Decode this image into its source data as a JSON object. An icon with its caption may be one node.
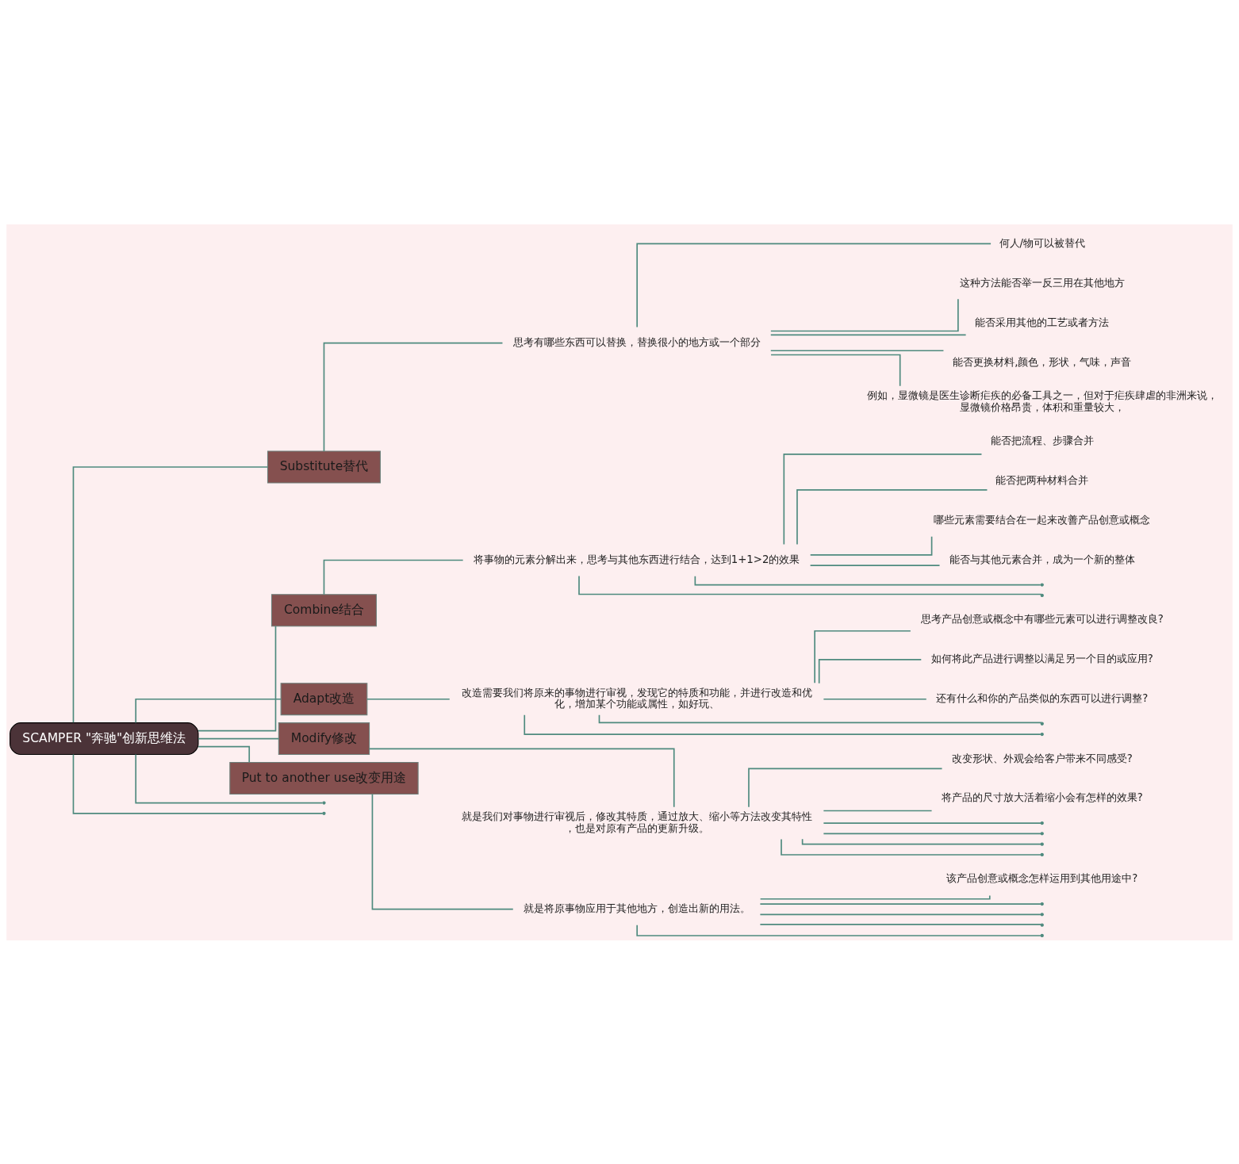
{
  "diagram": {
    "nodes": [
      {
        "text": [
          "SCAMPER \"奔驰\"创新思维法"
        ]
      },
      {
        "text": [
          "Substitute替代"
        ]
      },
      {
        "text": [
          "思考有哪些东西可以替换，替换很小的地方或一个部分"
        ]
      },
      {
        "text": [
          "何人/物可以被替代"
        ]
      },
      {
        "text": [
          "这种方法能否举一反三用在其他地方"
        ]
      },
      {
        "text": [
          "能否采用其他的工艺或者方法"
        ]
      },
      {
        "text": [
          "能否更换材料,颜色，形状，气味，声音"
        ]
      },
      {
        "text": [
          "例如，显微镜是医生诊断疟疾的必备工具之一，但对于疟疾肆虐的非洲来说，显微镜价格昂贵，体积和重量较大，"
        ]
      },
      {
        "text": [
          "Combine结合"
        ]
      },
      {
        "text": [
          "将事物的元素分解出来，思考与其他东西进行结合，达到1+1>2的效果"
        ]
      },
      {
        "text": [
          "能否把流程、步骤合并"
        ]
      },
      {
        "text": [
          "能否把两种材料合并"
        ]
      },
      {
        "text": [
          "哪些元素需要结合在一起来改善产品创意或概念"
        ]
      },
      {
        "text": [
          "能否与其他元素合并，成为一个新的整体"
        ]
      },
      {
        "text": [],
        "shape": "point"
      },
      {
        "text": [],
        "shape": "point"
      },
      {
        "text": [
          "Adapt改造"
        ]
      },
      {
        "text": [
          "改造需要我们将原来的事物进行审视，发现它的特质和功能，并进行改造和优化，增加某个功能或属性，如好玩、"
        ]
      },
      {
        "text": [
          "思考产品创意或概念中有哪些元素可以进行调整改良?"
        ]
      },
      {
        "text": [
          "如何将此产品进行调整以满足另一个目的或应用?"
        ]
      },
      {
        "text": [
          "还有什么和你的产品类似的东西可以进行调整?"
        ]
      },
      {
        "text": [],
        "shape": "point"
      },
      {
        "text": [],
        "shape": "point"
      },
      {
        "text": [
          "Modify修改"
        ]
      },
      {
        "text": [
          "就是我们对事物进行审视后，修改其特质，通过放大、缩小等方法改变其特性，也是对原有产品的更新升级。"
        ]
      },
      {
        "text": [
          "改变形状、外观会给客户带来不同感受?"
        ]
      },
      {
        "text": [
          "将产品的尺寸放大活着缩小会有怎样的效果?"
        ]
      },
      {
        "text": [],
        "shape": "point"
      },
      {
        "text": [],
        "shape": "point"
      },
      {
        "text": [],
        "shape": "point"
      },
      {
        "text": [],
        "shape": "point"
      },
      {
        "text": [
          "Put to another use改变用途"
        ]
      },
      {
        "text": [
          "就是将原事物应用于其他地方，创造出新的用法。"
        ]
      },
      {
        "text": [
          "该产品创意或概念怎样运用到其他用途中?"
        ]
      },
      {
        "text": [],
        "shape": "point"
      },
      {
        "text": [],
        "shape": "point"
      },
      {
        "text": [],
        "shape": "point"
      },
      {
        "text": [],
        "shape": "point"
      },
      {
        "text": [],
        "shape": "point"
      },
      {
        "text": [],
        "shape": "point"
      }
    ],
    "edges": [
      {
        "from": 0,
        "to": 1,
        "arrow": "none"
      },
      {
        "from": 1,
        "to": 2,
        "arrow": "none"
      },
      {
        "from": 2,
        "to": 3,
        "arrow": "none"
      },
      {
        "from": 2,
        "to": 4,
        "arrow": "none"
      },
      {
        "from": 2,
        "to": 5,
        "arrow": "none"
      },
      {
        "from": 2,
        "to": 6,
        "arrow": "none"
      },
      {
        "from": 2,
        "to": 7,
        "arrow": "none"
      },
      {
        "from": 0,
        "to": 8,
        "arrow": "none"
      },
      {
        "from": 8,
        "to": 9,
        "arrow": "none"
      },
      {
        "from": 9,
        "to": 10,
        "arrow": "none"
      },
      {
        "from": 9,
        "to": 11,
        "arrow": "none"
      },
      {
        "from": 9,
        "to": 12,
        "arrow": "none"
      },
      {
        "from": 9,
        "to": 13,
        "arrow": "none"
      },
      {
        "from": 9,
        "to": 14,
        "arrow": "none"
      },
      {
        "from": 9,
        "to": 15,
        "arrow": "none"
      },
      {
        "from": 0,
        "to": 16,
        "arrow": "none"
      },
      {
        "from": 16,
        "to": 17,
        "arrow": "none"
      },
      {
        "from": 17,
        "to": 18,
        "arrow": "none"
      },
      {
        "from": 17,
        "to": 19,
        "arrow": "none"
      },
      {
        "from": 17,
        "to": 20,
        "arrow": "none"
      },
      {
        "from": 17,
        "to": 21,
        "arrow": "none"
      },
      {
        "from": 17,
        "to": 22,
        "arrow": "none"
      },
      {
        "from": 0,
        "to": 23,
        "arrow": "none"
      },
      {
        "from": 23,
        "to": 24,
        "arrow": "none"
      },
      {
        "from": 24,
        "to": 25,
        "arrow": "none"
      },
      {
        "from": 24,
        "to": 26,
        "arrow": "none"
      },
      {
        "from": 24,
        "to": 27,
        "arrow": "none"
      },
      {
        "from": 24,
        "to": 28,
        "arrow": "none"
      },
      {
        "from": 24,
        "to": 29,
        "arrow": "none"
      },
      {
        "from": 24,
        "to": 30,
        "arrow": "none"
      },
      {
        "from": 0,
        "to": 31,
        "arrow": "none"
      },
      {
        "from": 31,
        "to": 32,
        "arrow": "none"
      },
      {
        "from": 32,
        "to": 33,
        "arrow": "none"
      },
      {
        "from": 32,
        "to": 34,
        "arrow": "none"
      },
      {
        "from": 32,
        "to": 35,
        "arrow": "none"
      },
      {
        "from": 32,
        "to": 36,
        "arrow": "none"
      },
      {
        "from": 32,
        "to": 37,
        "arrow": "none"
      },
      {
        "from": 0,
        "to": 38,
        "arrow": "none"
      },
      {
        "from": 0,
        "to": 39,
        "arrow": "none"
      }
    ]
  }
}
